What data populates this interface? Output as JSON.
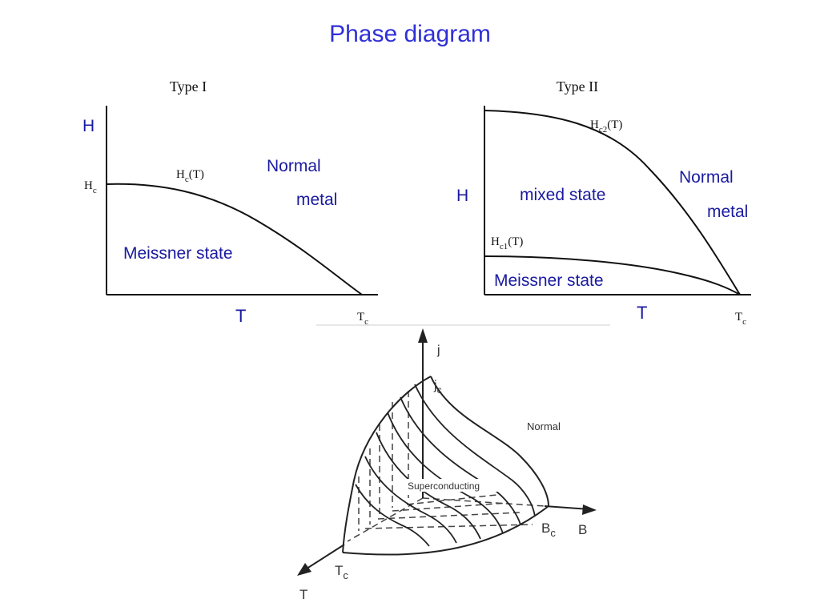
{
  "title": "Phase diagram",
  "colors": {
    "title": "#2f2fd8",
    "label": "#1a1aa0",
    "ink": "#111111"
  },
  "type1": {
    "heading": "Type I",
    "axis_y": "H",
    "axis_x": "T",
    "hc_base": "H",
    "hc_sub": "c",
    "curve_base": "H",
    "curve_sub": "c",
    "curve_tail": "(T)",
    "normal": "Normal",
    "metal": "metal",
    "meissner": "Meissner state",
    "tc_base": "T",
    "tc_sub": "c"
  },
  "type2": {
    "heading": "Type II",
    "axis_y": "H",
    "axis_x": "T",
    "hc2_base": "H",
    "hc2_sub": "c2",
    "hc2_tail": "(T)",
    "hc1_base": "H",
    "hc1_sub": "c1",
    "hc1_tail": "(T)",
    "normal": "Normal",
    "metal": "metal",
    "mixed": "mixed state",
    "meissner": "Meissner state",
    "tc_base": "T",
    "tc_sub": "c"
  },
  "surface3d": {
    "axis_j": "j",
    "jc_base": "j",
    "jc_sub": "c",
    "normal": "Normal",
    "superconducting": "Superconducting",
    "bc_base": "B",
    "bc_sub": "c",
    "axis_b": "B",
    "tc_base": "T",
    "tc_sub": "c",
    "axis_t": "T"
  }
}
